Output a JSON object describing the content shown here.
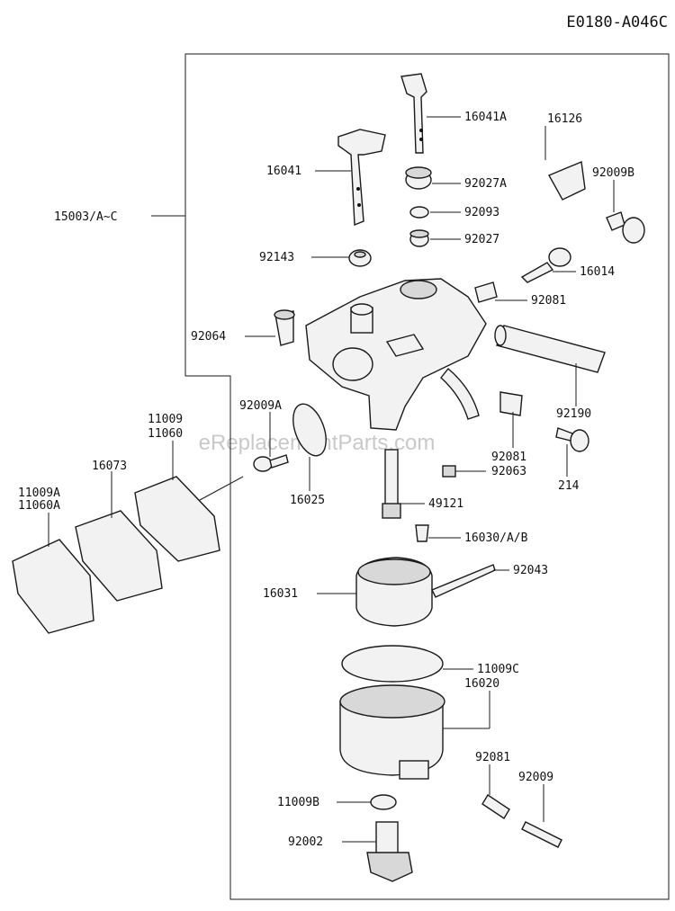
{
  "diagram_code": "E0180-A046C",
  "watermark": "eReplacementParts.com",
  "assembly_label": "15003/A~C",
  "parts": [
    {
      "id": "16041A"
    },
    {
      "id": "16126"
    },
    {
      "id": "16041"
    },
    {
      "id": "92027A"
    },
    {
      "id": "92009B"
    },
    {
      "id": "92093"
    },
    {
      "id": "92027"
    },
    {
      "id": "92143"
    },
    {
      "id": "16014"
    },
    {
      "id": "92081"
    },
    {
      "id": "92064"
    },
    {
      "id": "92009A"
    },
    {
      "id": "92190"
    },
    {
      "id": "11009"
    },
    {
      "id": "11060"
    },
    {
      "id": "16073"
    },
    {
      "id": "92081"
    },
    {
      "id": "11009A"
    },
    {
      "id": "11060A"
    },
    {
      "id": "92063"
    },
    {
      "id": "214"
    },
    {
      "id": "16025"
    },
    {
      "id": "49121"
    },
    {
      "id": "16030/A/B"
    },
    {
      "id": "92043"
    },
    {
      "id": "16031"
    },
    {
      "id": "11009C"
    },
    {
      "id": "16020"
    },
    {
      "id": "92081"
    },
    {
      "id": "92009"
    },
    {
      "id": "11009B"
    },
    {
      "id": "92002"
    }
  ]
}
